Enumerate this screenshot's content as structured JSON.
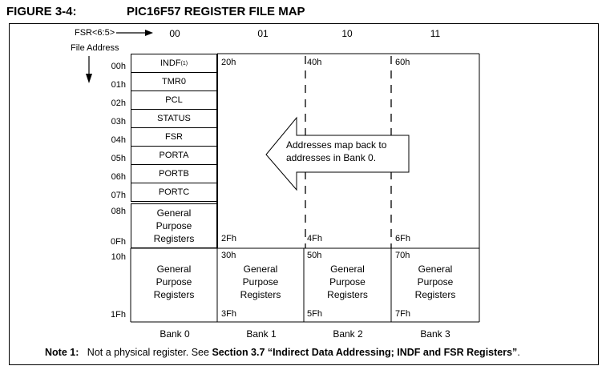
{
  "figure": {
    "label": "FIGURE 3-4:",
    "title": "PIC16F57 REGISTER FILE MAP"
  },
  "header": {
    "fsr_label": "FSR<6:5>",
    "file_address_label": "File Address",
    "columns": [
      "00",
      "01",
      "10",
      "11"
    ]
  },
  "bank0": {
    "addresses_left": [
      "00h",
      "01h",
      "02h",
      "03h",
      "04h",
      "05h",
      "06h",
      "07h",
      "08h",
      "0Fh",
      "10h",
      "1Fh"
    ],
    "registers": [
      {
        "name": "INDF",
        "note": "(1)"
      },
      {
        "name": "TMR0"
      },
      {
        "name": "PCL"
      },
      {
        "name": "STATUS"
      },
      {
        "name": "FSR"
      },
      {
        "name": "PORTA"
      },
      {
        "name": "PORTB"
      },
      {
        "name": "PORTC"
      }
    ],
    "gpr_upper": [
      "General",
      "Purpose",
      "Registers"
    ],
    "gpr_lower": [
      "General",
      "Purpose",
      "Registers"
    ]
  },
  "banks": {
    "bank1": {
      "upper_start": "20h",
      "upper_end": "2Fh",
      "lower_start": "30h",
      "lower_end": "3Fh",
      "gpr": [
        "General",
        "Purpose",
        "Registers"
      ]
    },
    "bank2": {
      "upper_start": "40h",
      "upper_end": "4Fh",
      "lower_start": "50h",
      "lower_end": "5Fh",
      "gpr": [
        "General",
        "Purpose",
        "Registers"
      ]
    },
    "bank3": {
      "upper_start": "60h",
      "upper_end": "6Fh",
      "lower_start": "70h",
      "lower_end": "7Fh",
      "gpr": [
        "General",
        "Purpose",
        "Registers"
      ]
    }
  },
  "arrow_text": {
    "line1": "Addresses map back to",
    "line2": "addresses in Bank 0."
  },
  "bank_labels": [
    "Bank 0",
    "Bank 1",
    "Bank 2",
    "Bank 3"
  ],
  "note": {
    "prefix": "Note 1:",
    "text": "Not a physical register. See ",
    "ref": "Section 3.7 “Indirect Data Addressing; INDF and FSR Registers”",
    "suffix": "."
  }
}
